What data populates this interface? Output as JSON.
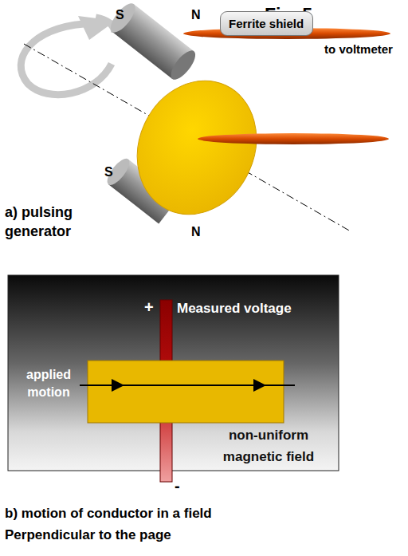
{
  "diagram": {
    "title": "Fig. 5",
    "nodes": [
      {
        "text": [
          "Ferrite shield"
        ]
      }
    ],
    "labels": [
      "S",
      "N",
      "to voltmeter",
      "S",
      "N",
      "a) pulsing generator",
      "+",
      "Measured voltage",
      "applied motion",
      "non-uniform magnetic field",
      "-",
      "b) motion of conductor in a field Perpendicular to the page"
    ]
  }
}
